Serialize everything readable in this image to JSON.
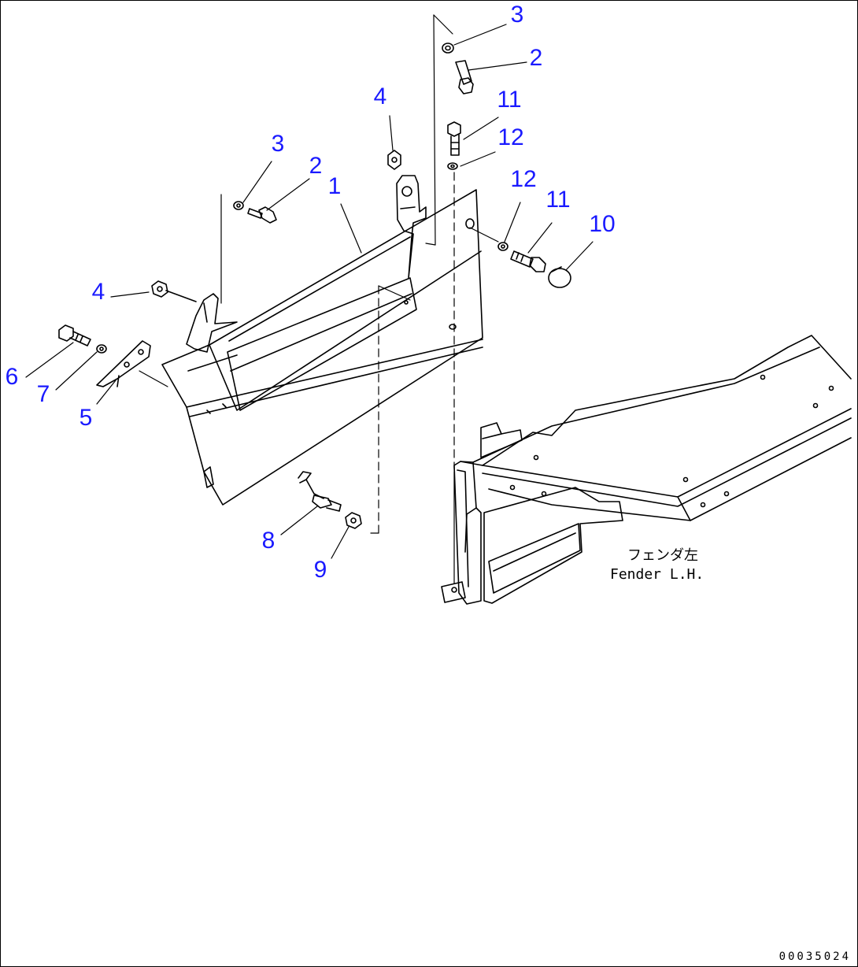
{
  "colors": {
    "callout": "#1a1aff",
    "linework": "#000000",
    "background": "#ffffff"
  },
  "callouts": [
    "1",
    "2",
    "2",
    "3",
    "3",
    "4",
    "4",
    "5",
    "6",
    "7",
    "8",
    "9",
    "10",
    "11",
    "11",
    "12",
    "12"
  ],
  "annotation": {
    "jp": "フェンダ左",
    "en": "Fender L.H."
  },
  "drawing_id": "00035024"
}
